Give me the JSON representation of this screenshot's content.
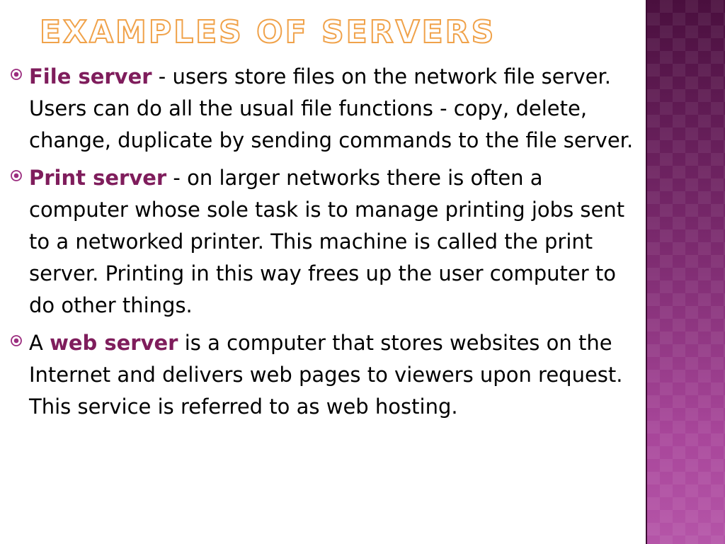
{
  "slide": {
    "title": "Examples of servers",
    "bullets": [
      {
        "prefix": "",
        "term": "File server",
        "text": " - users store files on the network file server. Users can do all the usual file functions - copy, delete, change, duplicate by sending commands to the file server."
      },
      {
        "prefix": "",
        "term": "Print server",
        "text": " - on larger networks there is often a computer whose sole task is to manage printing jobs sent to a networked printer. This machine is called the print server. Printing in this way frees up the user computer to do other things."
      },
      {
        "prefix": "A ",
        "term": "web server",
        "text": " is a computer that stores websites on the Internet and delivers web pages to viewers upon request. This service is referred to as web hosting."
      }
    ],
    "bullet_icon": "circled-dot-bullet-icon"
  },
  "colors": {
    "term": "#7f1d5c",
    "title_outline": "#f0a24a",
    "side_band": "#7a2a6c",
    "bullet_icon": "#9b2d7f"
  }
}
